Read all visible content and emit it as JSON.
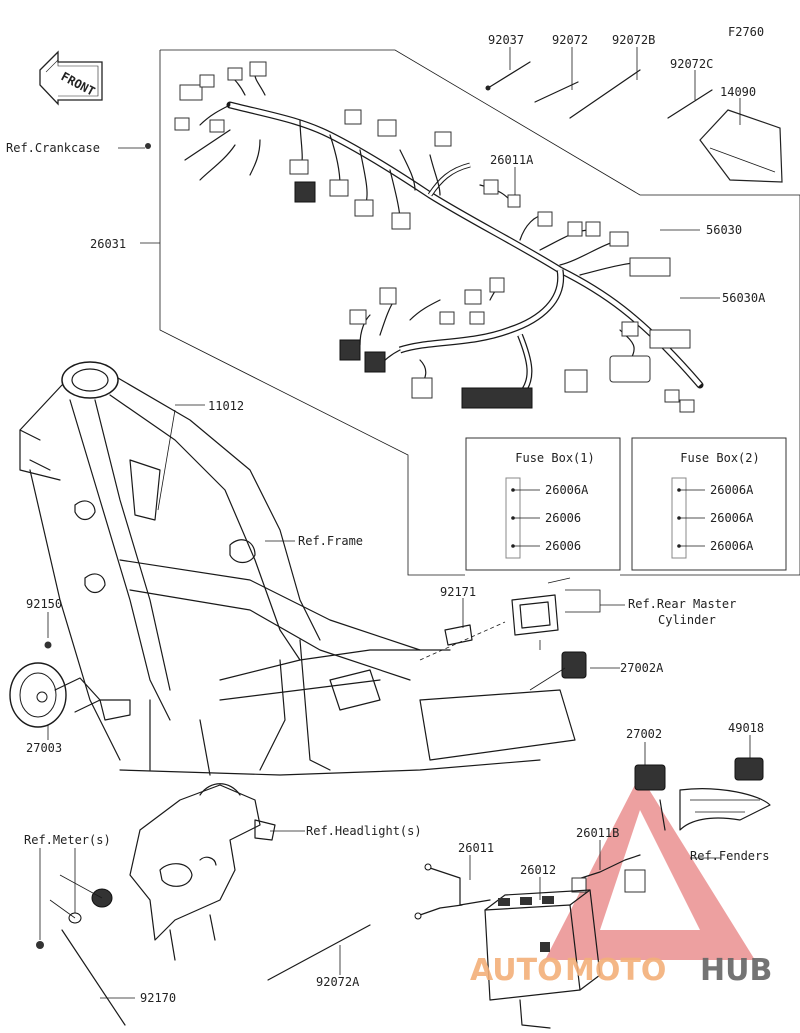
{
  "figure_code": "F2760",
  "front_label": "FRONT",
  "watermark": {
    "auto": "AUTO",
    "moto": "MOTO",
    "hub": "HUB",
    "auto_color": "#f3b07a",
    "moto_color": "#f3b07a",
    "hub_color": "#666666",
    "triangle_color": "#e36b6b"
  },
  "labels": {
    "p92037": "92037",
    "p92072": "92072",
    "p92072B": "92072B",
    "p92072C": "92072C",
    "p14090": "14090",
    "ref_crankcase": "Ref.Crankcase",
    "p26011A": "26011A",
    "p26031": "26031",
    "p56030": "56030",
    "p56030A": "56030A",
    "p11012": "11012",
    "ref_frame": "Ref.Frame",
    "p92171": "92171",
    "ref_rear_master_1": "Ref.Rear Master",
    "ref_rear_master_2": "Cylinder",
    "p92150": "92150",
    "p27002A": "27002A",
    "p27003": "27003",
    "p27002": "27002",
    "p49018": "49018",
    "ref_meters": "Ref.Meter(s)",
    "ref_headlights": "Ref.Headlight(s)",
    "p26011B": "26011B",
    "ref_fenders": "Ref.Fenders",
    "p26011": "26011",
    "p26012": "26012",
    "p92170": "92170",
    "p92072A": "92072A"
  },
  "fuse_box_1": {
    "title": "Fuse Box(1)",
    "items": [
      "26006A",
      "26006",
      "26006"
    ]
  },
  "fuse_box_2": {
    "title": "Fuse Box(2)",
    "items": [
      "26006A",
      "26006A",
      "26006A"
    ]
  }
}
